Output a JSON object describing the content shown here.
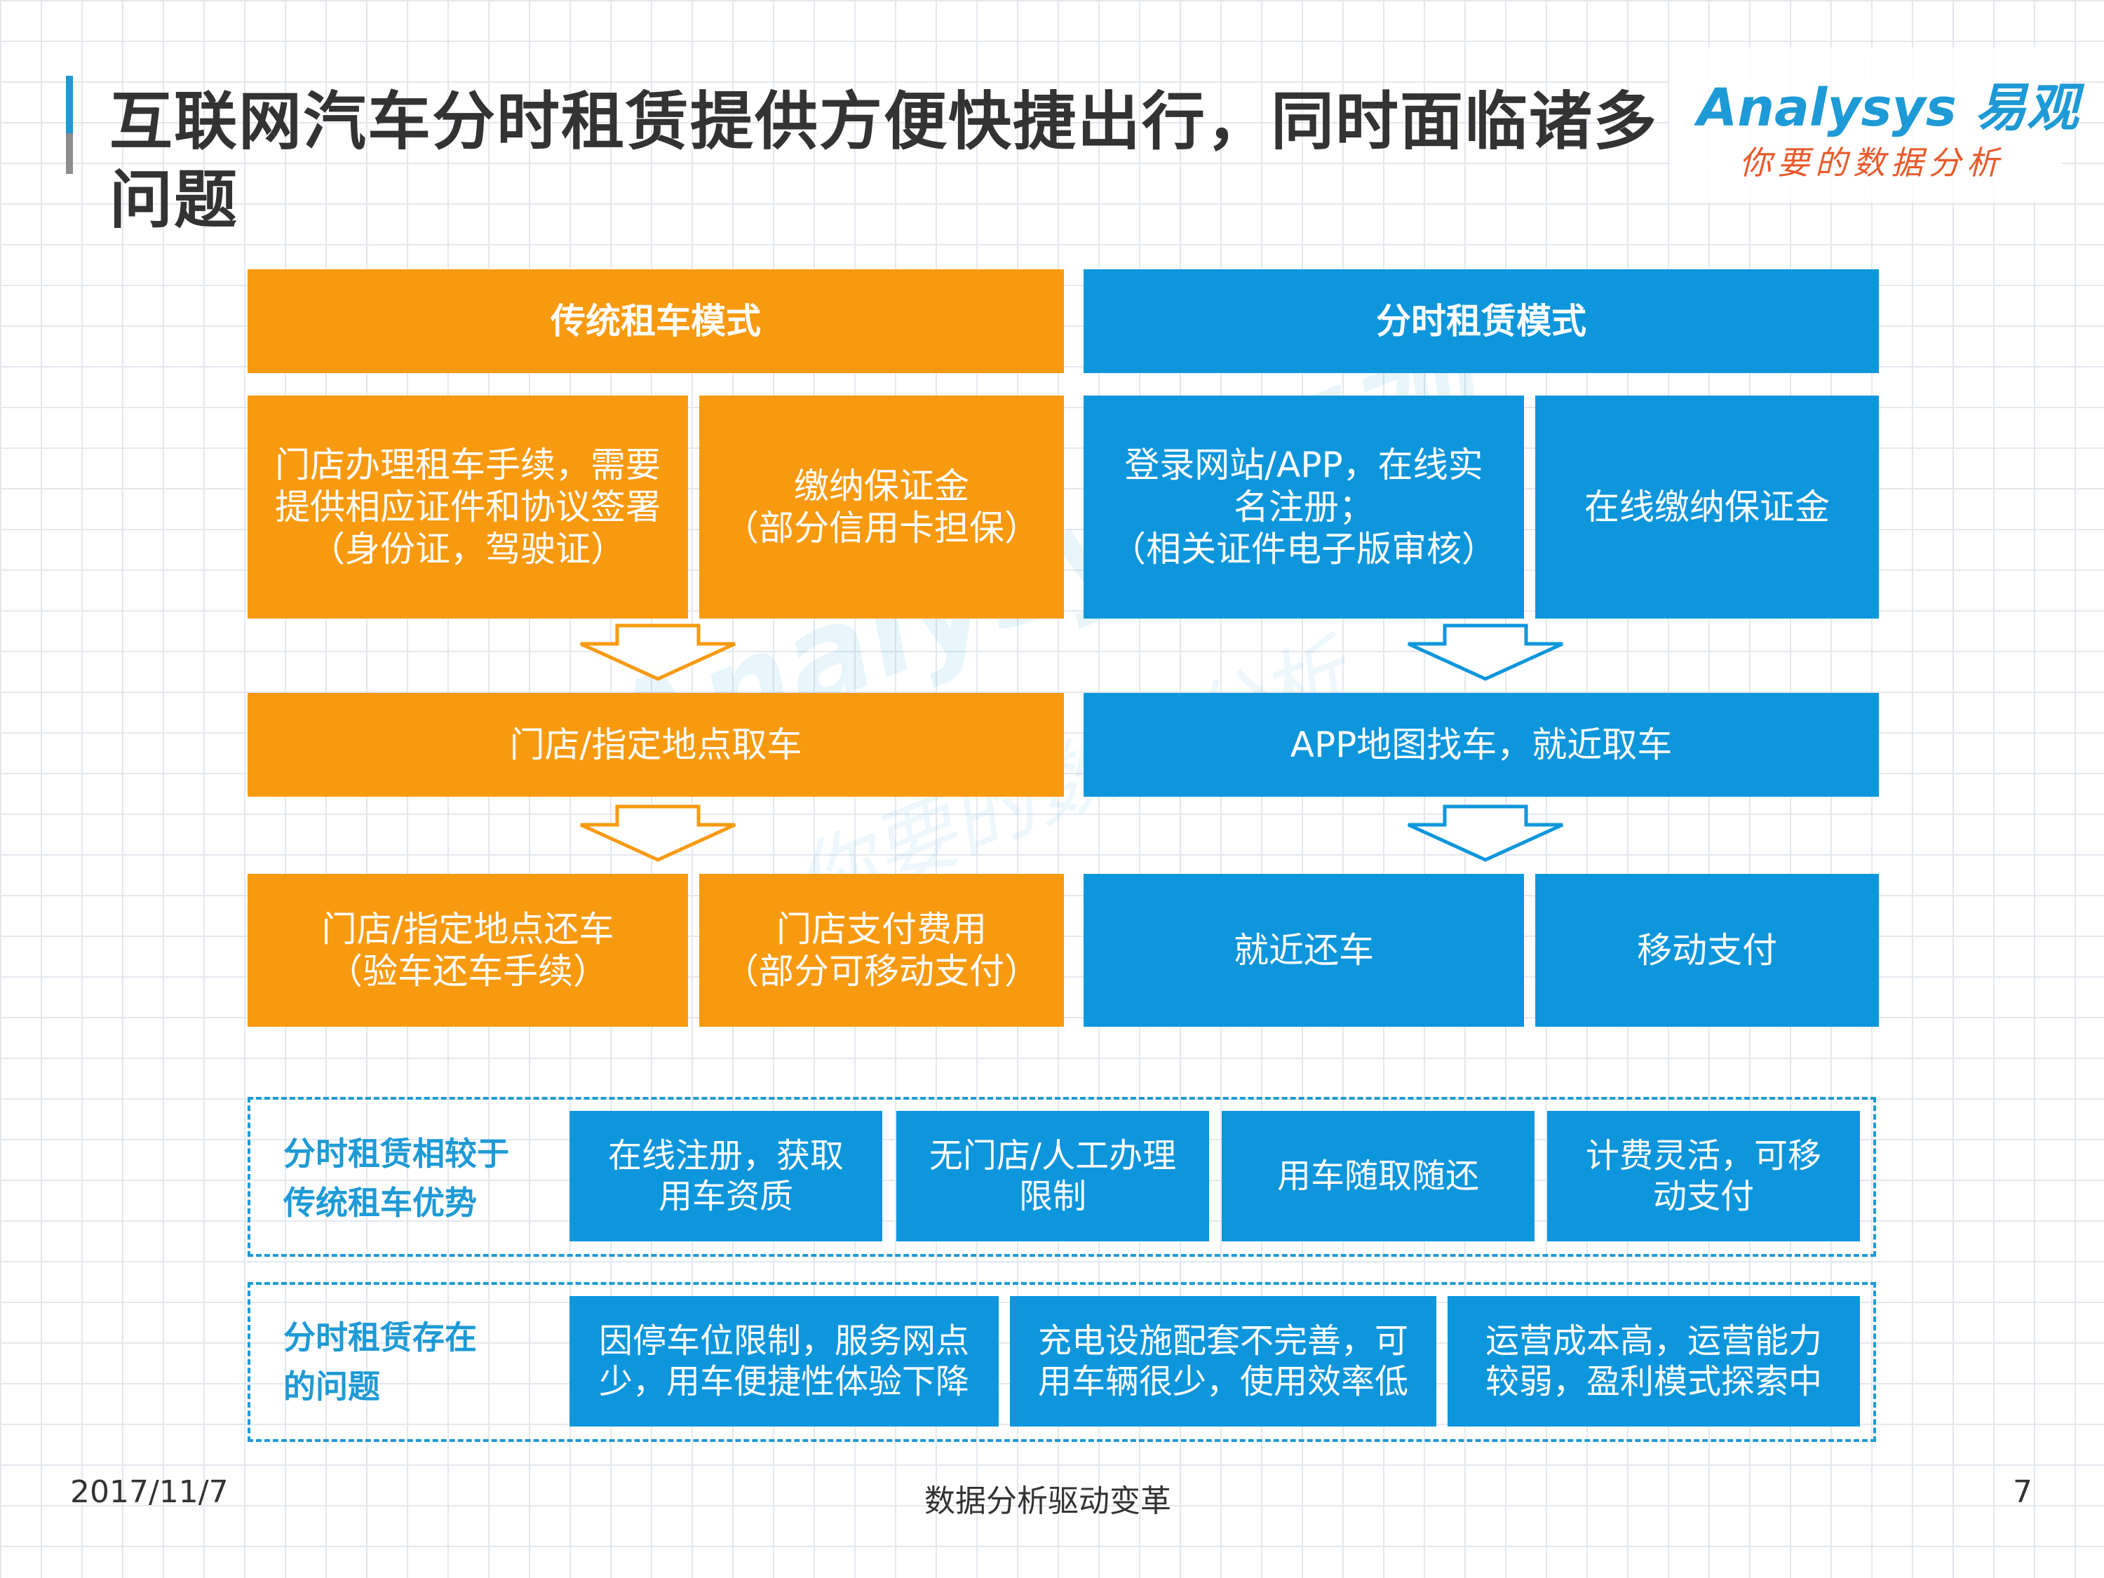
{
  "title": "互联网汽车分时租赁提供方便快捷出行，同时面临诸多问题",
  "logo": {
    "en": "Analysys",
    "cn_brand": "易观",
    "slogan": "你要的数据分析"
  },
  "watermark": {
    "en": "Analysys 易观",
    "slogan": "你要的数据分析"
  },
  "traditional": {
    "header": "传统租车模式",
    "step1": [
      "门店办理租车手续，需要\n提供相应证件和协议签署\n（身份证，驾驶证）",
      "缴纳保证金\n（部分信用卡担保）"
    ],
    "step2": "门店/指定地点取车",
    "step3": [
      "门店/指定地点还车\n（验车还车手续）",
      "门店支付费用\n（部分可移动支付）"
    ]
  },
  "timeshare": {
    "header": "分时租赁模式",
    "step1": [
      "登录网站/APP，在线实\n名注册；\n（相关证件电子版审核）",
      "在线缴纳保证金"
    ],
    "step2": "APP地图找车，就近取车",
    "step3": [
      "就近还车",
      "移动支付"
    ]
  },
  "advantages": {
    "label": "分时租赁相较于\n传统租车优势",
    "items": [
      "在线注册，获取\n用车资质",
      "无门店/人工办理\n限制",
      "用车随取随还",
      "计费灵活，可移\n动支付"
    ]
  },
  "problems": {
    "label": "分时租赁存在\n的问题",
    "items": [
      "因停车位限制，服务网点\n少，用车便捷性体验下降",
      "充电设施配套不完善，可\n用车辆很少，使用效率低",
      "运营成本高，运营能力\n较弱，盈利模式探索中"
    ]
  },
  "footer": {
    "date": "2017/11/7",
    "center": "数据分析驱动变革",
    "page": "7"
  },
  "colors": {
    "orange": "#f89a10",
    "blue": "#0e96dc",
    "accent": "#1e9ad6"
  }
}
